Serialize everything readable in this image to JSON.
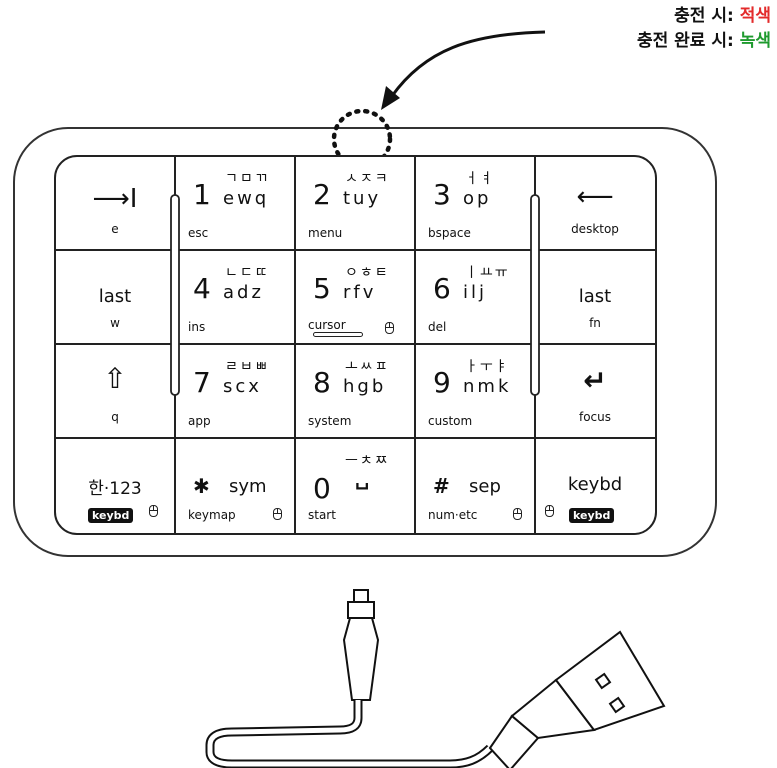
{
  "legend": {
    "charging_label": "충전 시:",
    "charging_value": "적색",
    "charged_label": "충전 완료 시:",
    "charged_value": "녹색"
  },
  "keys": {
    "r1c1": {
      "symbol": "⟶I",
      "sub": "e"
    },
    "r1c2": {
      "digit": "1",
      "jamo": "ㄱㅁㄲ",
      "latin": "ewq",
      "label": "esc"
    },
    "r1c3": {
      "digit": "2",
      "jamo": "ㅅㅈㅋ",
      "latin": "tuy",
      "label": "menu"
    },
    "r1c4": {
      "digit": "3",
      "jamo": "ㅓㅕ",
      "latin": "op",
      "label": "bspace"
    },
    "r1c5": {
      "symbol": "⟵",
      "sub": "desktop"
    },
    "r2c1": {
      "main": "last",
      "sub": "w"
    },
    "r2c2": {
      "digit": "4",
      "jamo": "ㄴㄷㄸ",
      "latin": "adz",
      "label": "ins"
    },
    "r2c3": {
      "digit": "5",
      "jamo": "ㅇㅎㅌ",
      "latin": "rfv",
      "label": "cursor"
    },
    "r2c4": {
      "digit": "6",
      "jamo": "ㅣㅛㅠ",
      "latin": "ilj",
      "label": "del"
    },
    "r2c5": {
      "main": "last",
      "sub": "fn"
    },
    "r3c1": {
      "symbol": "⇧",
      "sub": "q"
    },
    "r3c2": {
      "digit": "7",
      "jamo": "ㄹㅂㅃ",
      "latin": "scx",
      "label": "app"
    },
    "r3c3": {
      "digit": "8",
      "jamo": "ㅗㅆㅍ",
      "latin": "hgb",
      "label": "system"
    },
    "r3c4": {
      "digit": "9",
      "jamo": "ㅏㅜㅑ",
      "latin": "nmk",
      "label": "custom"
    },
    "r3c5": {
      "symbol": "↵",
      "sub": "focus"
    },
    "r4c1": {
      "main": "한·123",
      "badge": "keybd"
    },
    "r4c2": {
      "star": "✱",
      "main": "sym",
      "label": "keymap"
    },
    "r4c3": {
      "digit": "0",
      "jamo": "ㅡㅊㅉ",
      "space": "␣",
      "label": "start"
    },
    "r4c4": {
      "hash": "#",
      "main": "sep",
      "label": "num·etc"
    },
    "r4c5": {
      "main": "keybd",
      "badge": "keybd"
    }
  }
}
